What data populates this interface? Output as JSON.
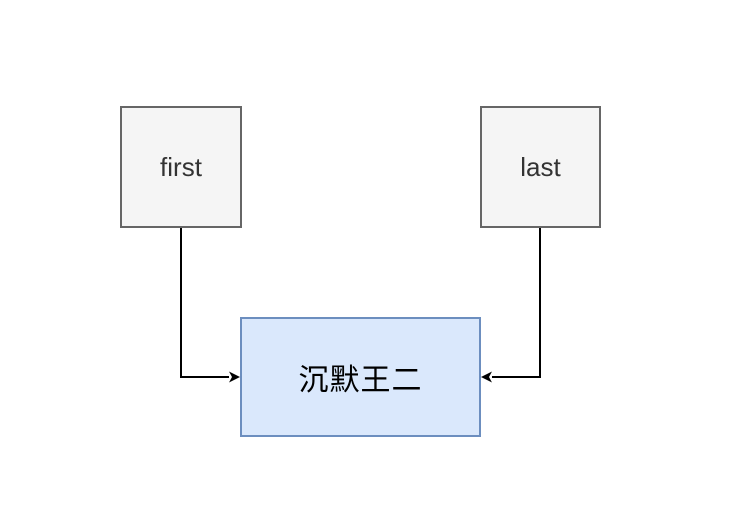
{
  "diagram": {
    "type": "flowchart",
    "background": "#ffffff",
    "edge_color": "#000000",
    "nodes": [
      {
        "id": "first",
        "label": "first",
        "shape": "square",
        "fill": "#f5f5f5",
        "border": "#666666",
        "text_color": "#333333"
      },
      {
        "id": "last",
        "label": "last",
        "shape": "square",
        "fill": "#f5f5f5",
        "border": "#666666",
        "text_color": "#333333"
      },
      {
        "id": "result",
        "label": "沉默王二",
        "shape": "rectangle",
        "fill": "#dae8fc",
        "border": "#6c8ebf",
        "text_color": "#000000"
      }
    ],
    "edges": [
      {
        "from": "first",
        "to": "result",
        "color": "#000000",
        "style": "orthogonal",
        "arrowhead": "classic-filled"
      },
      {
        "from": "last",
        "to": "result",
        "color": "#000000",
        "style": "orthogonal",
        "arrowhead": "classic-filled"
      }
    ]
  }
}
